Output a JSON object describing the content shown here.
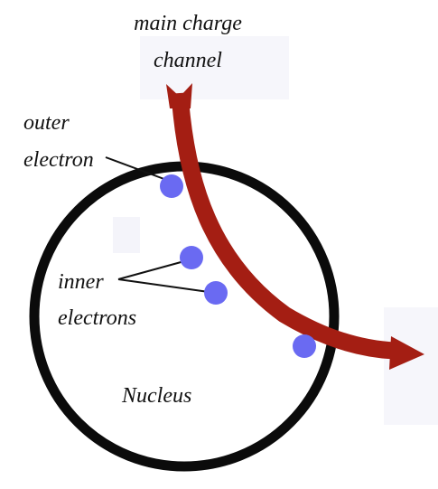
{
  "labels": {
    "channel_line1": "main charge",
    "channel_line2": "channel",
    "outer_line1": "outer",
    "outer_line2": "electron",
    "inner_line1": "inner",
    "inner_line2": "electrons",
    "nucleus": "Nucleus"
  },
  "colors": {
    "nucleus_outline": "#0b0b0b",
    "channel": "#a41e13",
    "electron": "#6a6af2",
    "text": "#111111",
    "background": "#ffffff"
  }
}
